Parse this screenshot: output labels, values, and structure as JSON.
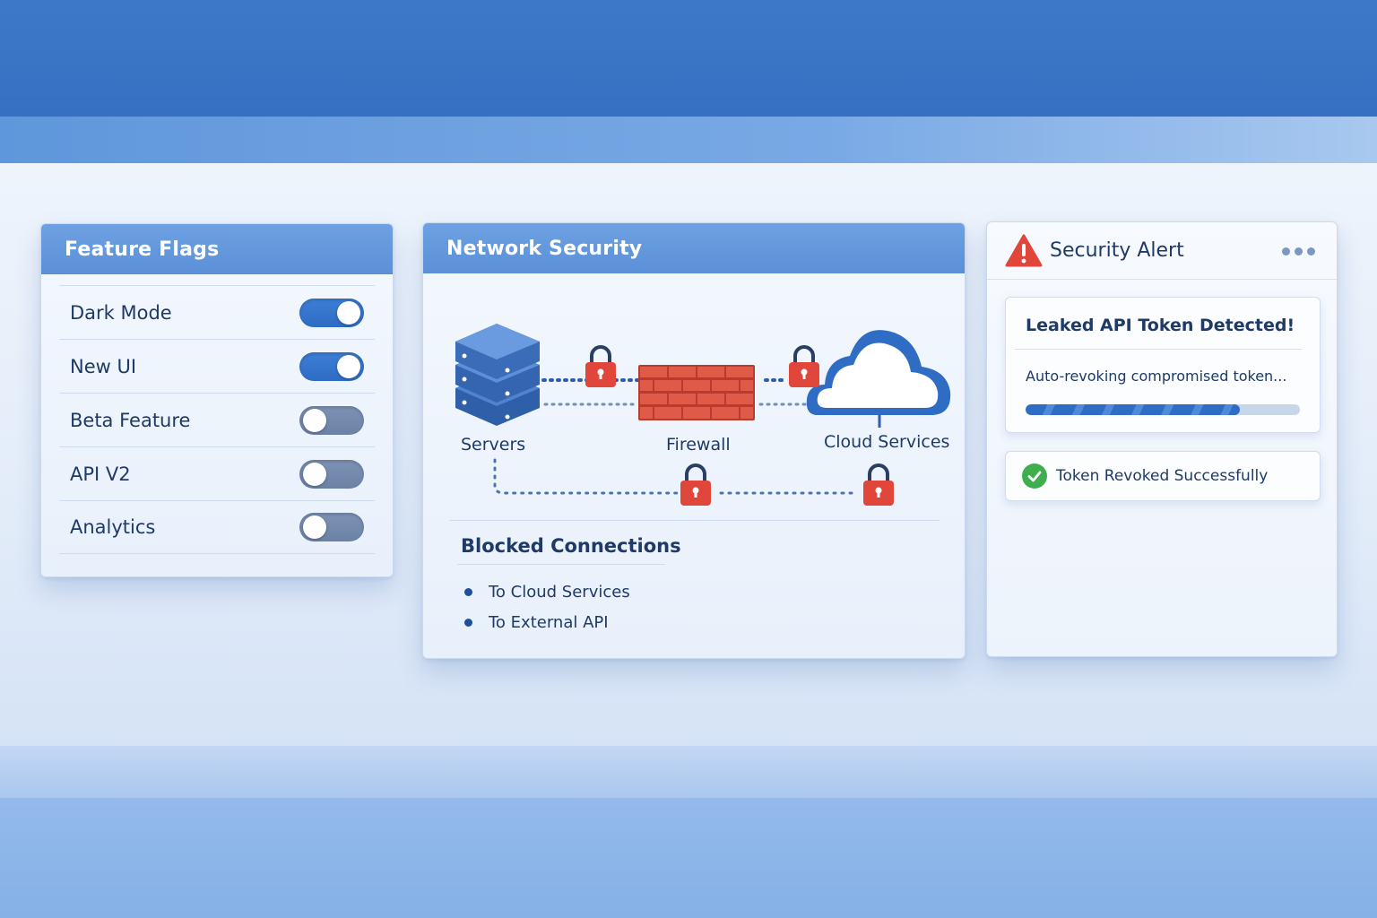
{
  "feature_flags": {
    "title": "Feature Flags",
    "items": [
      {
        "label": "Dark Mode",
        "enabled": true
      },
      {
        "label": "New UI",
        "enabled": true
      },
      {
        "label": "Beta Feature",
        "enabled": false
      },
      {
        "label": "API V2",
        "enabled": false
      },
      {
        "label": "Analytics",
        "enabled": false
      }
    ]
  },
  "network_security": {
    "title": "Network Security",
    "nodes": {
      "servers": "Servers",
      "firewall": "Firewall",
      "cloud": "Cloud Services"
    },
    "blocked": {
      "title": "Blocked Connections",
      "items": [
        "To Cloud Services",
        "To External API"
      ]
    }
  },
  "security_alert": {
    "title": "Security Alert",
    "leak_title": "Leaked API Token Detected!",
    "leak_status": "Auto-revoking compromised token...",
    "progress": 0.78,
    "revoked_text": "Token Revoked Successfully"
  },
  "colors": {
    "accent": "#2f6cc4",
    "alert_red": "#e0463a",
    "success_green": "#3fae4f",
    "brick": "#d9503f"
  },
  "icons": {
    "alert": "warning-triangle-icon",
    "more": "more-dots-icon",
    "success": "check-circle-icon",
    "lock": "padlock-icon",
    "server": "server-stack-icon",
    "firewall": "brick-wall-icon",
    "cloud": "cloud-icon"
  }
}
